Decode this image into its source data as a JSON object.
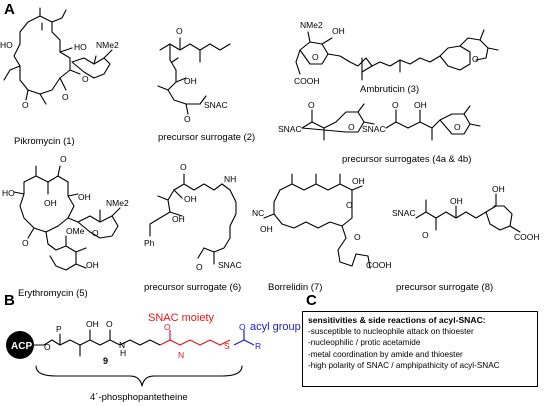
{
  "panels": {
    "a": "A",
    "b": "B",
    "c": "C"
  },
  "labels": {
    "pikromycin": "Pikromycin (1)",
    "surrogate2": "precursor surrogate (2)",
    "ambruticin": "Ambruticin (3)",
    "surrogate4": "precursor surrogates (4a & 4b)",
    "erythromycin": "Erythromycin (5)",
    "surrogate6": "precursor surrogate (6)",
    "borrelidin": "Borrelidin (7)",
    "surrogate8": "precursor surrogate (8)"
  },
  "atom_labels": {
    "ho": "HO",
    "oh": "OH",
    "o": "O",
    "nme2": "NMe2",
    "sn": "SNAC",
    "cooh": "COOH",
    "ome": "OMe",
    "ph": "Ph",
    "nc": "NC",
    "h": "H",
    "nh": "NH",
    "n": "N",
    "s": "S",
    "r": "R",
    "p": "P"
  },
  "panel_b": {
    "acp": "ACP",
    "snac_moiety": "SNAC moiety",
    "acyl_group": "acyl group",
    "compound_number": "9",
    "phosphopantetheine": "4´-phosphopantetheine",
    "colors": {
      "snac": "#e8141a",
      "acyl": "#1b1bd6",
      "acp_fill": "#000000"
    }
  },
  "panel_c": {
    "title": "sensitivities & side reactions of acyl-SNAC:",
    "items": [
      "-susceptible to nucleophile attack on thioester",
      "-nucleophilic / protic acetamide",
      "-metal coordination by amide and thioester",
      "-high polarity of SNAC / amphipathicity of acyl-SNAC"
    ]
  }
}
